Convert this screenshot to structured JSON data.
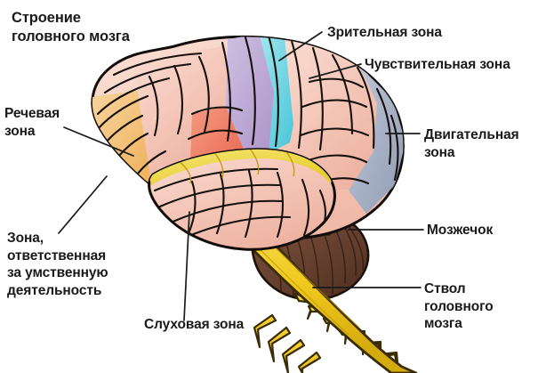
{
  "diagram": {
    "title": "Строение\nголовного мозга",
    "subject": "human-brain-anatomy",
    "background_color": "#ffffff",
    "text_color": "#1a1a1a",
    "leader_line_color": "#1a1a1a"
  },
  "labels": {
    "visual_zone": "Зрительная зона",
    "sensory_zone": "Чувствительная зона",
    "motor_zone": "Двигательная\nзона",
    "speech_zone": "Речевая\nзона",
    "cerebellum": "Мозжечок",
    "mental_zone": "Зона,\nответственная\nза умственную\nдеятельность",
    "brain_stem": "Ствол\nголовного\nмозга",
    "auditory_zone": "Слуховая зона"
  },
  "regions": {
    "frontal_pole": {
      "name": "frontal-pole",
      "color": "#f2b96a"
    },
    "broca_area": {
      "name": "broca-speech-area",
      "color": "#ef7a63"
    },
    "prefrontal": {
      "name": "prefrontal-cortex",
      "color": "#f6cfc2"
    },
    "motor_strip": {
      "name": "motor-cortex-strip",
      "color": "#b9a3d1"
    },
    "sensory_strip": {
      "name": "sensory-cortex-strip",
      "color": "#68d0de"
    },
    "parietal": {
      "name": "parietal-lobe",
      "color": "#f3c4b6"
    },
    "occipital": {
      "name": "occipital-lobe",
      "color": "#a6b0c4"
    },
    "temporal_superior": {
      "name": "auditory-temporal-band",
      "color": "#f0d94a"
    },
    "temporal": {
      "name": "temporal-lobe",
      "color": "#f1b7a8"
    },
    "cerebellum": {
      "name": "cerebellum",
      "color": "#6b4334"
    },
    "brain_stem": {
      "name": "brain-stem-spinal-cord",
      "color": "#f2cc22"
    }
  }
}
